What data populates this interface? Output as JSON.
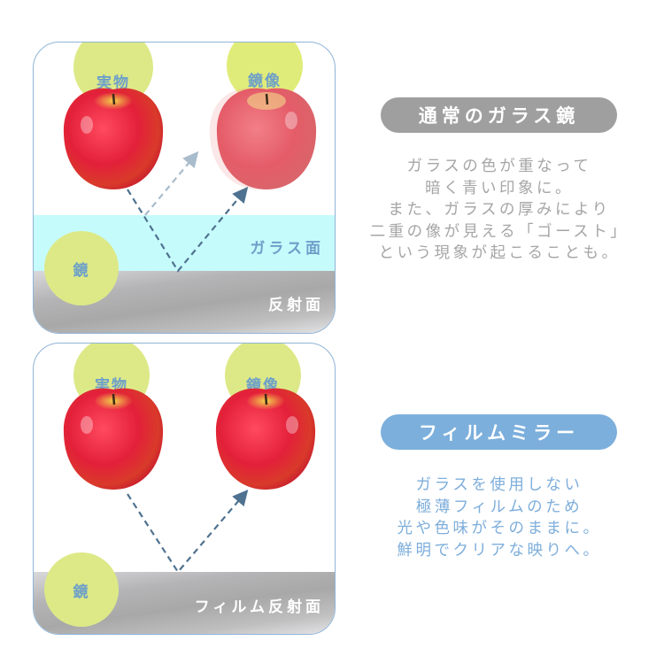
{
  "colors": {
    "panel_border": "#8fb4d6",
    "circle_lime": "#dde987",
    "circle_text": "#6ea0c8",
    "glass_band": "#c6fbfb",
    "arrow_dark": "#4f7290",
    "arrow_light": "#a9bccb",
    "pill_gray": "#9f9f9f",
    "pill_blue": "#7cafdc",
    "desc_gray": "#a6a6a6",
    "desc_blue": "#7eaedb",
    "apple_red": "#e8283f"
  },
  "panel_glass": {
    "real_label": "実物",
    "image_label": "鏡像",
    "mirror_label": "鏡",
    "glass_label": "ガラス面",
    "surface_label": "反射面",
    "real_icon": "apple-icon",
    "image_icon": "faded-apple-with-ghost-icon"
  },
  "panel_film": {
    "real_label": "実物",
    "image_label": "鏡像",
    "mirror_label": "鏡",
    "surface_label": "フィルム反射面",
    "real_icon": "apple-icon",
    "image_icon": "apple-icon"
  },
  "glass_mirror": {
    "title": "通常のガラス鏡",
    "description": "ガラスの色が重なって\n暗く青い印象に。\nまた、ガラスの厚みにより\n二重の像が見える「ゴースト」\nという現象が起こることも。"
  },
  "film_mirror": {
    "title": "フィルムミラー",
    "description": "ガラスを使用しない\n極薄フィルムのため\n光や色味がそのままに。\n鮮明でクリアな映りへ。"
  }
}
